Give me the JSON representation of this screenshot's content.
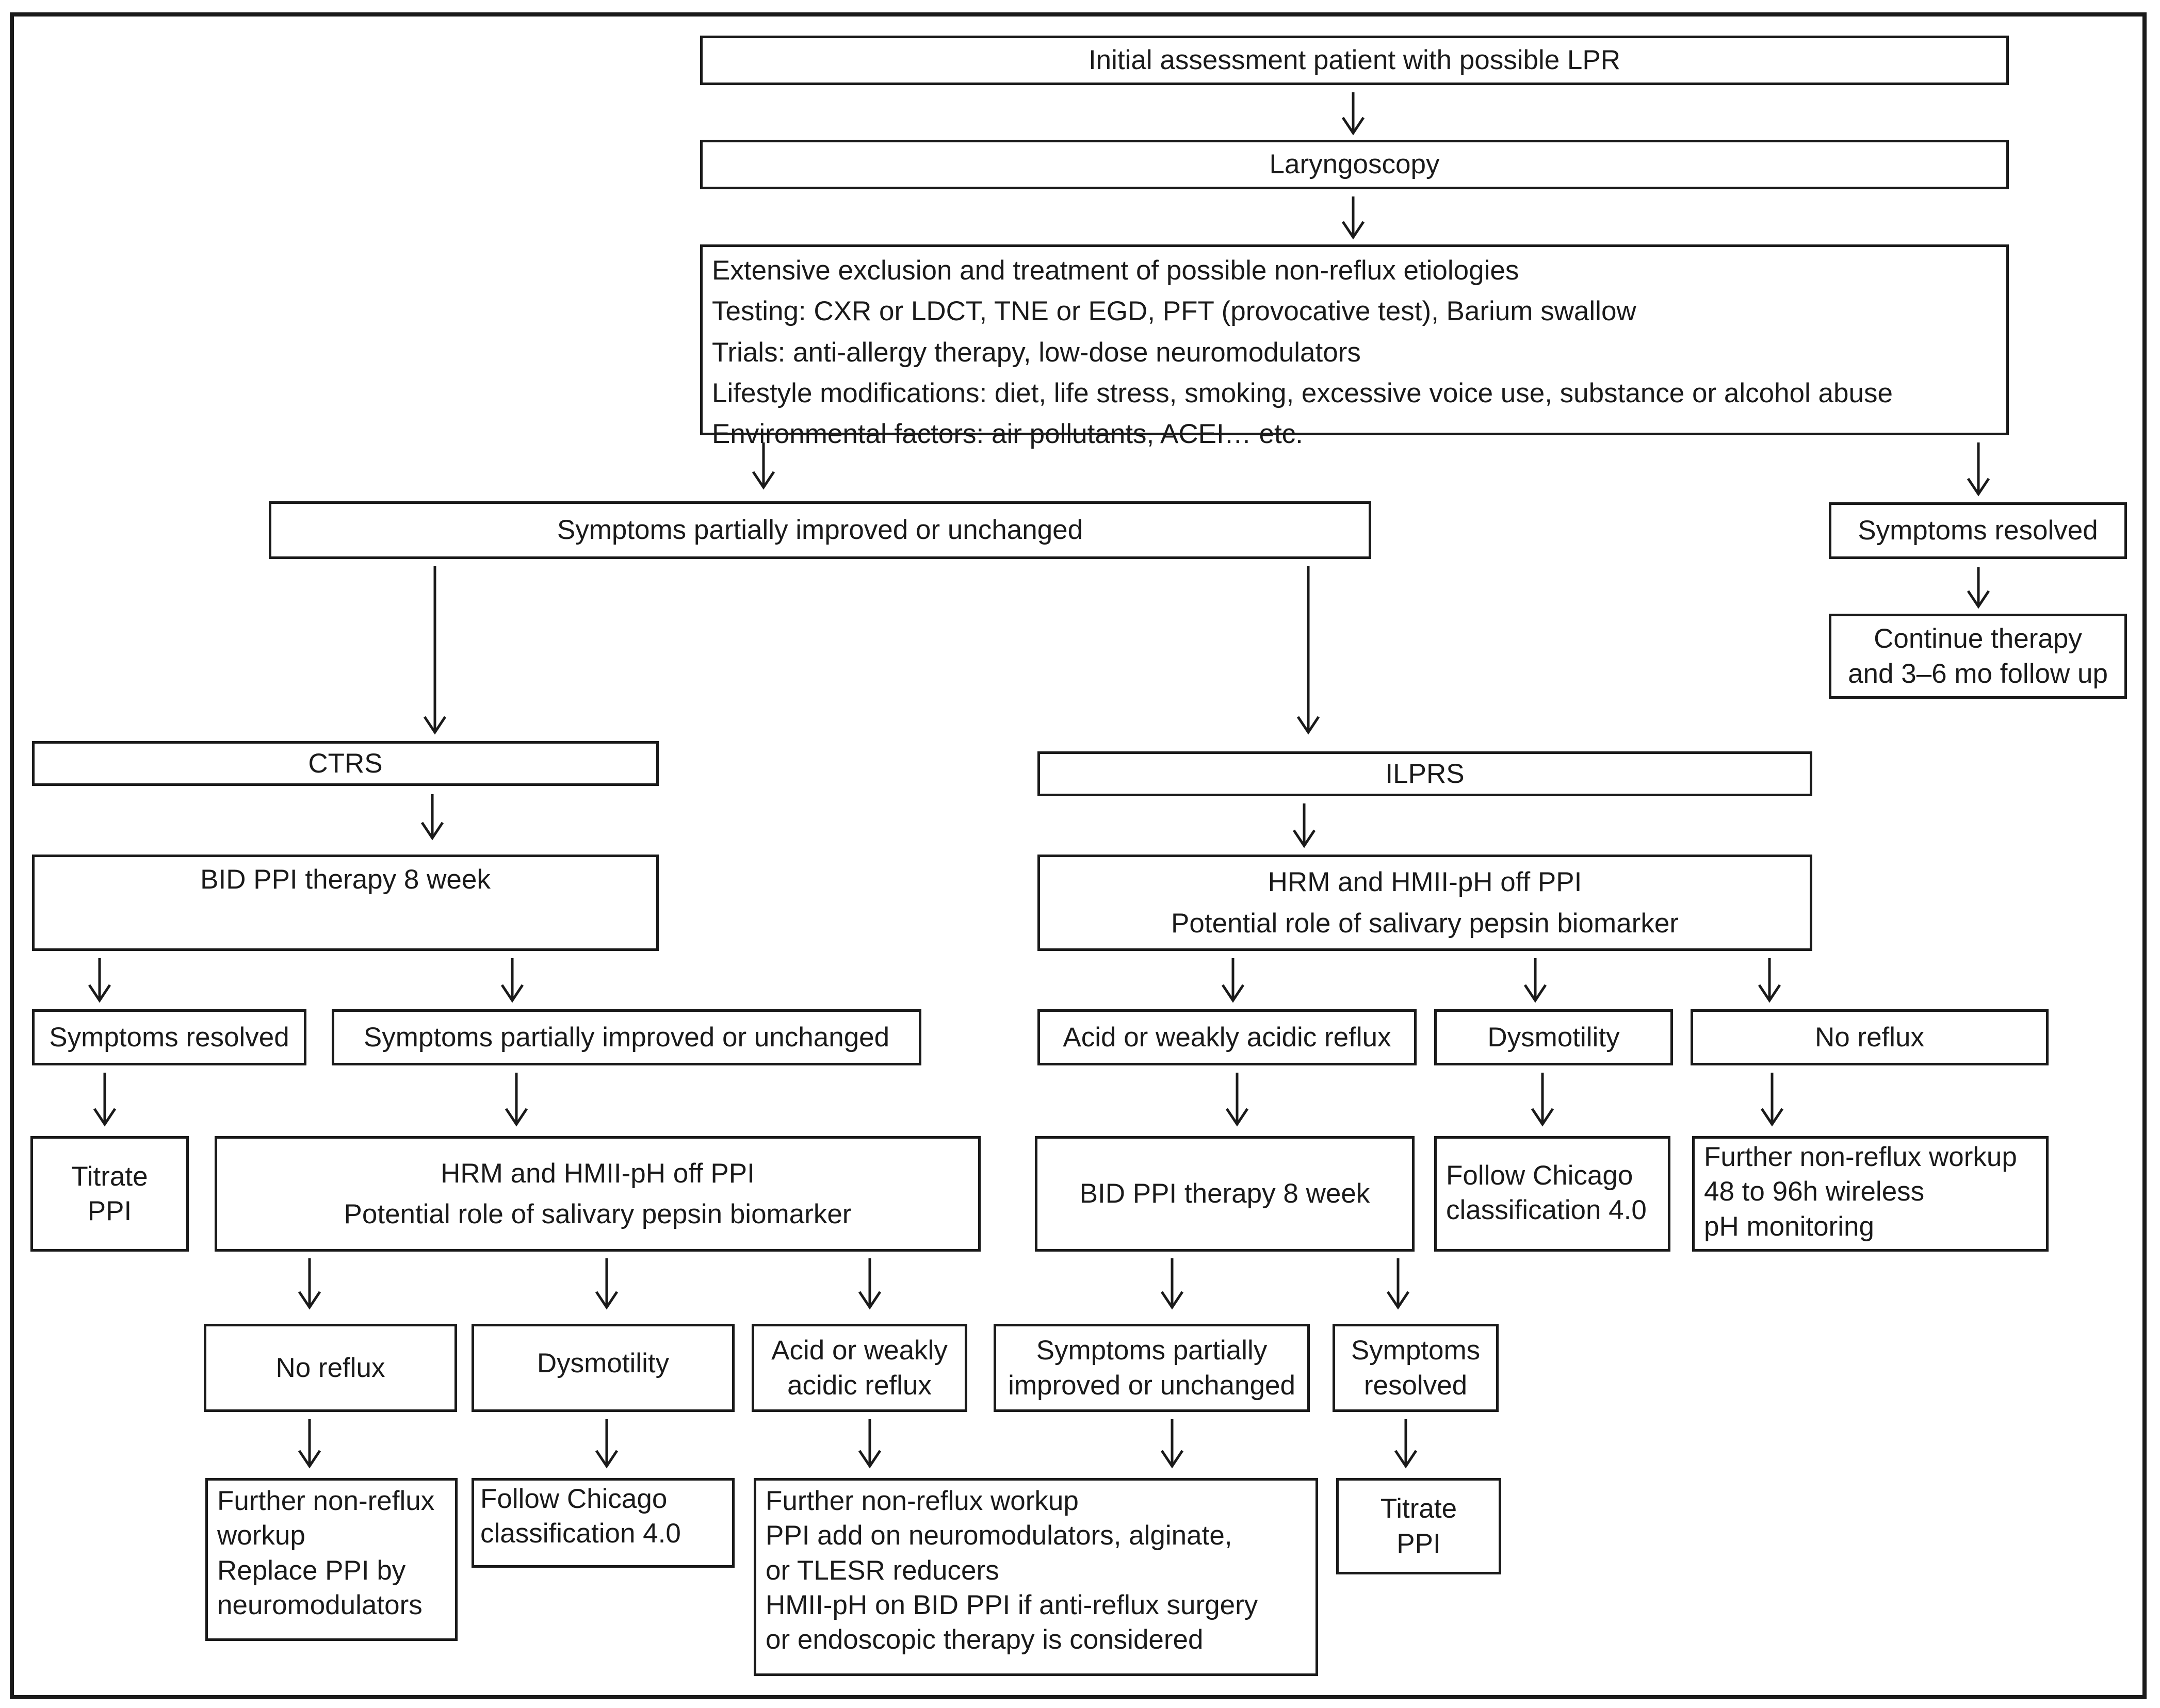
{
  "nodes": {
    "initial": [
      "Initial assessment patient with possible LPR"
    ],
    "laryngoscopy": [
      "Laryngoscopy"
    ],
    "exclusion": [
      "Extensive exclusion and treatment of possible non-reflux etiologies",
      "Testing: CXR or LDCT, TNE or EGD, PFT (provocative test), Barium swallow",
      "Trials: anti-allergy therapy, low-dose neuromodulators",
      "Lifestyle modifications: diet, life stress, smoking, excessive voice use, substance or alcohol abuse",
      "Environmental factors: air pollutants, ACEI… etc."
    ],
    "partial_main": [
      "Symptoms partially improved or unchanged"
    ],
    "resolved_top": [
      "Symptoms resolved"
    ],
    "continue_therapy": [
      "Continue therapy",
      "and 3–6 mo follow up"
    ],
    "ctrs": [
      "CTRS"
    ],
    "ilprs": [
      "ILPRS"
    ],
    "bid_ctrs": [
      "BID PPI therapy 8 week"
    ],
    "hrm_ilprs": [
      "HRM and HMII-pH off PPI",
      "Potential role of salivary pepsin biomarker"
    ],
    "resolved_ctrs": [
      "Symptoms resolved"
    ],
    "partial_ctrs": [
      "Symptoms partially improved or unchanged"
    ],
    "acid_ilprs": [
      "Acid or weakly acidic reflux"
    ],
    "dysmotility_ilprs": [
      "Dysmotility"
    ],
    "noreflux_ilprs": [
      "No reflux"
    ],
    "titrate_ctrs": [
      "Titrate",
      "PPI"
    ],
    "hrm_ctrs": [
      "HRM and HMII-pH off PPI",
      "Potential role of salivary pepsin biomarker"
    ],
    "bid_ilprs": [
      "BID PPI therapy 8 week"
    ],
    "chicago_ilprs": [
      "Follow Chicago",
      "classification 4.0"
    ],
    "further_ilprs": [
      "Further non-reflux workup",
      "48 to 96h wireless",
      "pH monitoring"
    ],
    "noreflux_ctrs": [
      "No reflux"
    ],
    "dysmotility_ctrs": [
      "Dysmotility"
    ],
    "acid_ctrs": [
      "Acid or weakly",
      "acidic reflux"
    ],
    "partial_ilprs": [
      "Symptoms partially",
      "improved or unchanged"
    ],
    "resolved_ilprs": [
      "Symptoms",
      "resolved"
    ],
    "further_ctrs": [
      "Further non-reflux",
      "workup",
      "Replace PPI by",
      "neuromodulators"
    ],
    "chicago_ctrs": [
      "Follow Chicago",
      "classification 4.0"
    ],
    "further_combined": [
      "Further non-reflux workup",
      "PPI add on neuromodulators, alginate,",
      "or TLESR reducers",
      "HMII-pH on BID PPI if anti-reflux surgery",
      "or endoscopic therapy is considered"
    ],
    "titrate_ilprs": [
      "Titrate",
      "PPI"
    ]
  }
}
